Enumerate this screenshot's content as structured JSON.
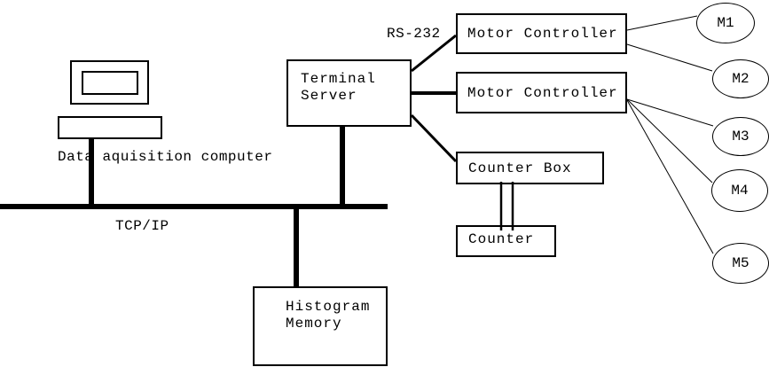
{
  "colors": {
    "line": "#000000",
    "background": "#ffffff"
  },
  "nodes": {
    "data_acquisition_computer": {
      "label": "Data aquisition computer"
    },
    "terminal_server": {
      "line1": "Terminal",
      "line2": "Server"
    },
    "motor_controller_1": {
      "label": "Motor Controller"
    },
    "motor_controller_2": {
      "label": "Motor Controller"
    },
    "counter_box": {
      "label": "Counter Box"
    },
    "counter": {
      "label": "Counter"
    },
    "histogram_memory": {
      "line1": "Histogram",
      "line2": "Memory"
    }
  },
  "labels": {
    "bus": "TCP/IP",
    "serial": "RS-232"
  },
  "motors": [
    {
      "label": "M1"
    },
    {
      "label": "M2"
    },
    {
      "label": "M3"
    },
    {
      "label": "M4"
    },
    {
      "label": "M5"
    }
  ]
}
